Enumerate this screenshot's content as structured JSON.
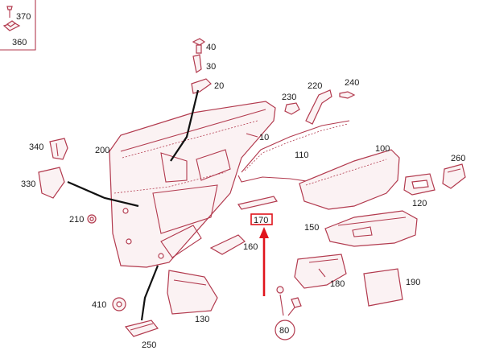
{
  "colors": {
    "part_outline": "#b23a4e",
    "part_fill": "#fbf2f3",
    "highlight": "#e0141c",
    "leader": "#111111"
  },
  "labels": {
    "p370": "370",
    "p360": "360",
    "p40": "40",
    "p30": "30",
    "p20": "20",
    "p220": "220",
    "p240": "240",
    "p230": "230",
    "p10": "10",
    "p340": "340",
    "p200": "200",
    "p110": "110",
    "p100": "100",
    "p260": "260",
    "p330": "330",
    "p120": "120",
    "p210": "210",
    "p170": "170",
    "p150": "150",
    "p160": "160",
    "p180": "180",
    "p190": "190",
    "p410": "410",
    "p130": "130",
    "p80": "80",
    "p250": "250"
  },
  "highlighted_part": "170"
}
